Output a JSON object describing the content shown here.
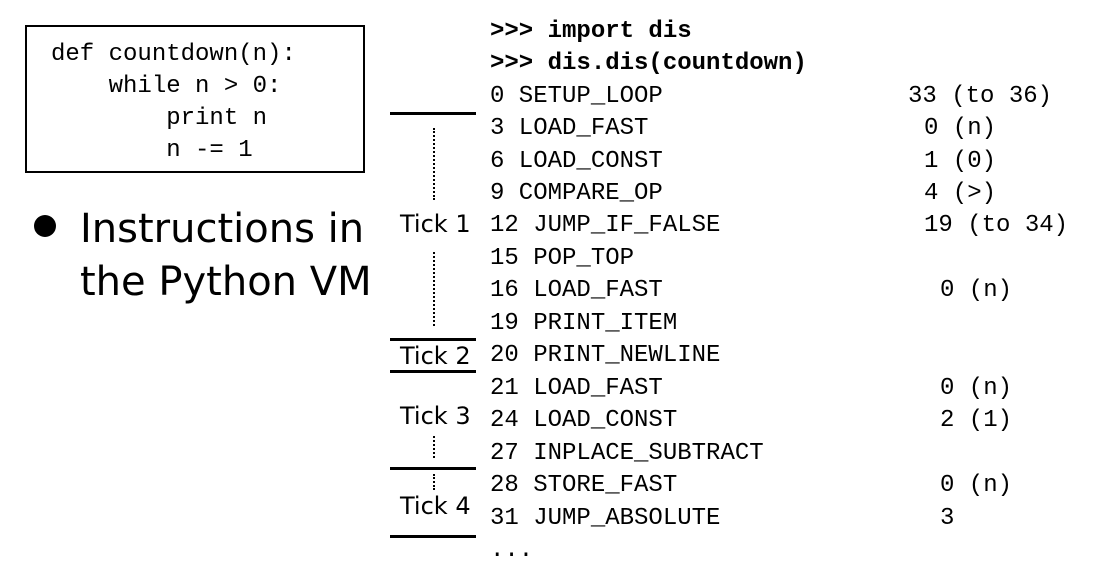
{
  "source_code": [
    "def countdown(n):",
    "    while n > 0:",
    "        print n",
    "        n -= 1"
  ],
  "bullet": {
    "line1": "Instructions in",
    "line2": "the Python VM"
  },
  "prompts": [
    ">>> import dis",
    ">>> dis.dis(countdown)"
  ],
  "bytecode": [
    {
      "op": "0 SETUP_LOOP",
      "arg": "33 (to 36)"
    },
    {
      "op": "3 LOAD_FAST",
      "arg": "0 (n)"
    },
    {
      "op": "6 LOAD_CONST",
      "arg": "1 (0)"
    },
    {
      "op": "9 COMPARE_OP",
      "arg": "4 (>)"
    },
    {
      "op": "12 JUMP_IF_FALSE",
      "arg": "19 (to 34)"
    },
    {
      "op": "15 POP_TOP",
      "arg": ""
    },
    {
      "op": "16 LOAD_FAST",
      "arg": "0 (n)"
    },
    {
      "op": "19 PRINT_ITEM",
      "arg": ""
    },
    {
      "op": "20 PRINT_NEWLINE",
      "arg": ""
    },
    {
      "op": "21 LOAD_FAST",
      "arg": "0 (n)"
    },
    {
      "op": "24 LOAD_CONST",
      "arg": "2 (1)"
    },
    {
      "op": "27 INPLACE_SUBTRACT",
      "arg": ""
    },
    {
      "op": "28 STORE_FAST",
      "arg": "0 (n)"
    },
    {
      "op": "31 JUMP_ABSOLUTE",
      "arg": "3"
    }
  ],
  "ellipsis": "...",
  "ticks": [
    "Tick 1",
    "Tick 2",
    "Tick 3",
    "Tick 4"
  ]
}
